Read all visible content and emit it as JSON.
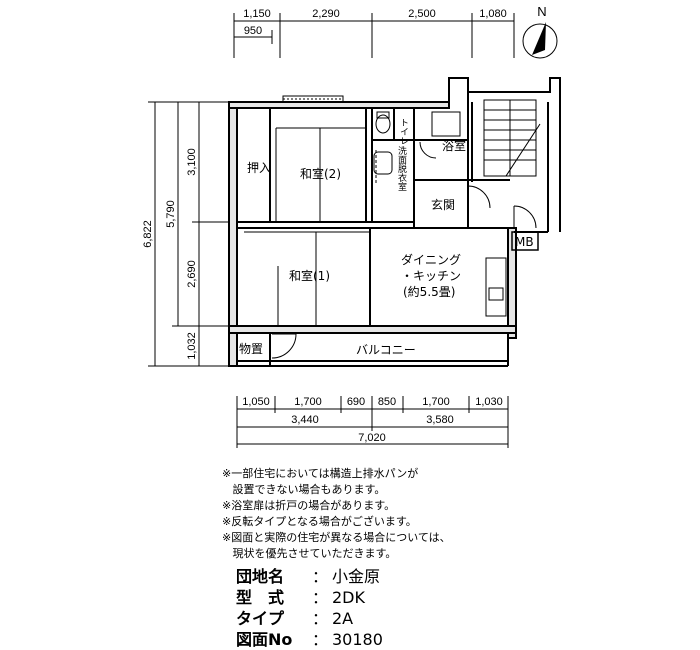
{
  "dimensions": {
    "top_row": [
      "1,150",
      "2,290",
      "2,500",
      "1,080"
    ],
    "top_sub": "950",
    "bottom_row1": [
      "1,050",
      "1,700",
      "690",
      "850",
      "1,700",
      "1,030"
    ],
    "bottom_row2": [
      "3,440",
      "3,580"
    ],
    "bottom_total": "7,020",
    "left_outer": "6,822",
    "left_mid": "5,790",
    "left_inner": [
      "3,100",
      "2,690",
      "1,032"
    ]
  },
  "rooms": {
    "oshiire": "押入",
    "washitsu2": "和室(2)",
    "washitsu1": "和室(1)",
    "toilet": "トイレ",
    "washroom": "洗面脱衣室",
    "bath": "浴室",
    "genkan": "玄関",
    "mb": "MB",
    "dk_line1": "ダイニング",
    "dk_line2": "・キッチン",
    "dk_line3": "(約5.5畳)",
    "monooki": "物置",
    "balcony": "バルコニー"
  },
  "compass": "N",
  "notes": [
    "※一部住宅においては構造上排水パンが",
    "   設置できない場合もあります。",
    "※浴室扉は折戸の場合があります。",
    "※反転タイプとなる場合がございます。",
    "※図面と実際の住宅が異なる場合については、",
    "   現状を優先させていただきます。"
  ],
  "info": [
    {
      "key": "団地名",
      "value": "小金原"
    },
    {
      "key": "型　式",
      "value": "2DK"
    },
    {
      "key": "タイプ",
      "value": "2A"
    },
    {
      "key": "図面No",
      "value": "30180"
    }
  ]
}
